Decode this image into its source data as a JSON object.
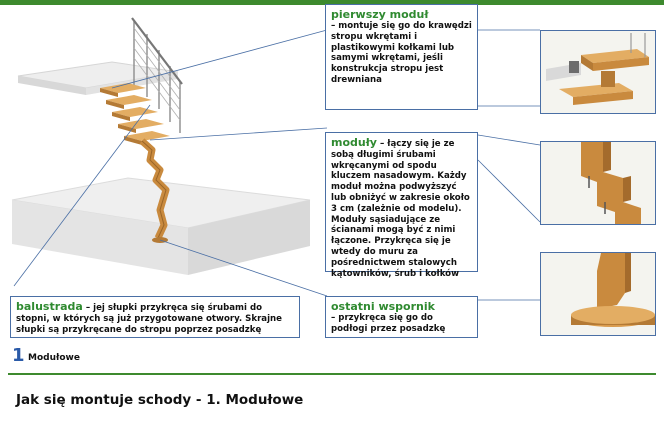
{
  "callouts": {
    "pierwszy": {
      "title": "pierwszy moduł",
      "text": "– montuje się go do krawędzi stropu wkrętami i plastikowymi kołkami lub samymi wkrętami, jeśli konstrukcja stropu jest drewniana"
    },
    "moduly": {
      "title": "moduły",
      "text": "– łączy się je ze sobą długimi śrubami wkręcanymi od spodu kluczem nasadowym. Każdy moduł można podwyższyć lub obniżyć w zakresie około 3 cm (zależnie od modelu). Moduły sąsiadujące ze ścianami mogą być z nimi łączone. Przykręca się je wtedy do muru za pośrednictwem stalowych kątowników, śrub i kołków"
    },
    "balustrada": {
      "title": "balustrada",
      "text": "– jej słupki przykręca się śrubami do stopni, w których są już przygotowane otwory. Skrajne słupki są przykręcane do stropu poprzez posadzkę"
    },
    "wspornik": {
      "title": "ostatni wspornik",
      "text": "– przykręca się go do podłogi przez posadzkę"
    }
  },
  "badge": {
    "number": "1",
    "label": "Modułowe"
  },
  "caption": "Jak się montuje schody - 1. Modułowe",
  "colors": {
    "green": "#3d8a2e",
    "title_green": "#2f8a30",
    "line_blue": "#4a6fa5",
    "badge_blue": "#2a5aa8",
    "wood": "#c98a3e"
  }
}
